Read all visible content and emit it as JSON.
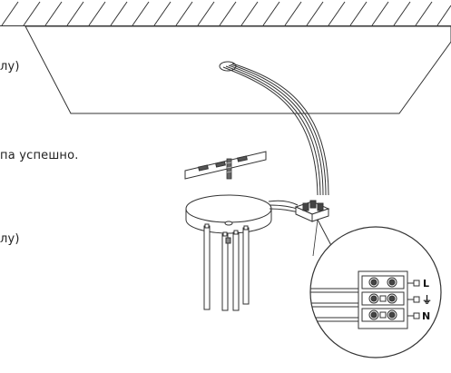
{
  "instruction_fragments": [
    "лу)",
    "па успешно.",
    "лу)"
  ],
  "terminals": [
    "L",
    "⏚",
    "N"
  ]
}
